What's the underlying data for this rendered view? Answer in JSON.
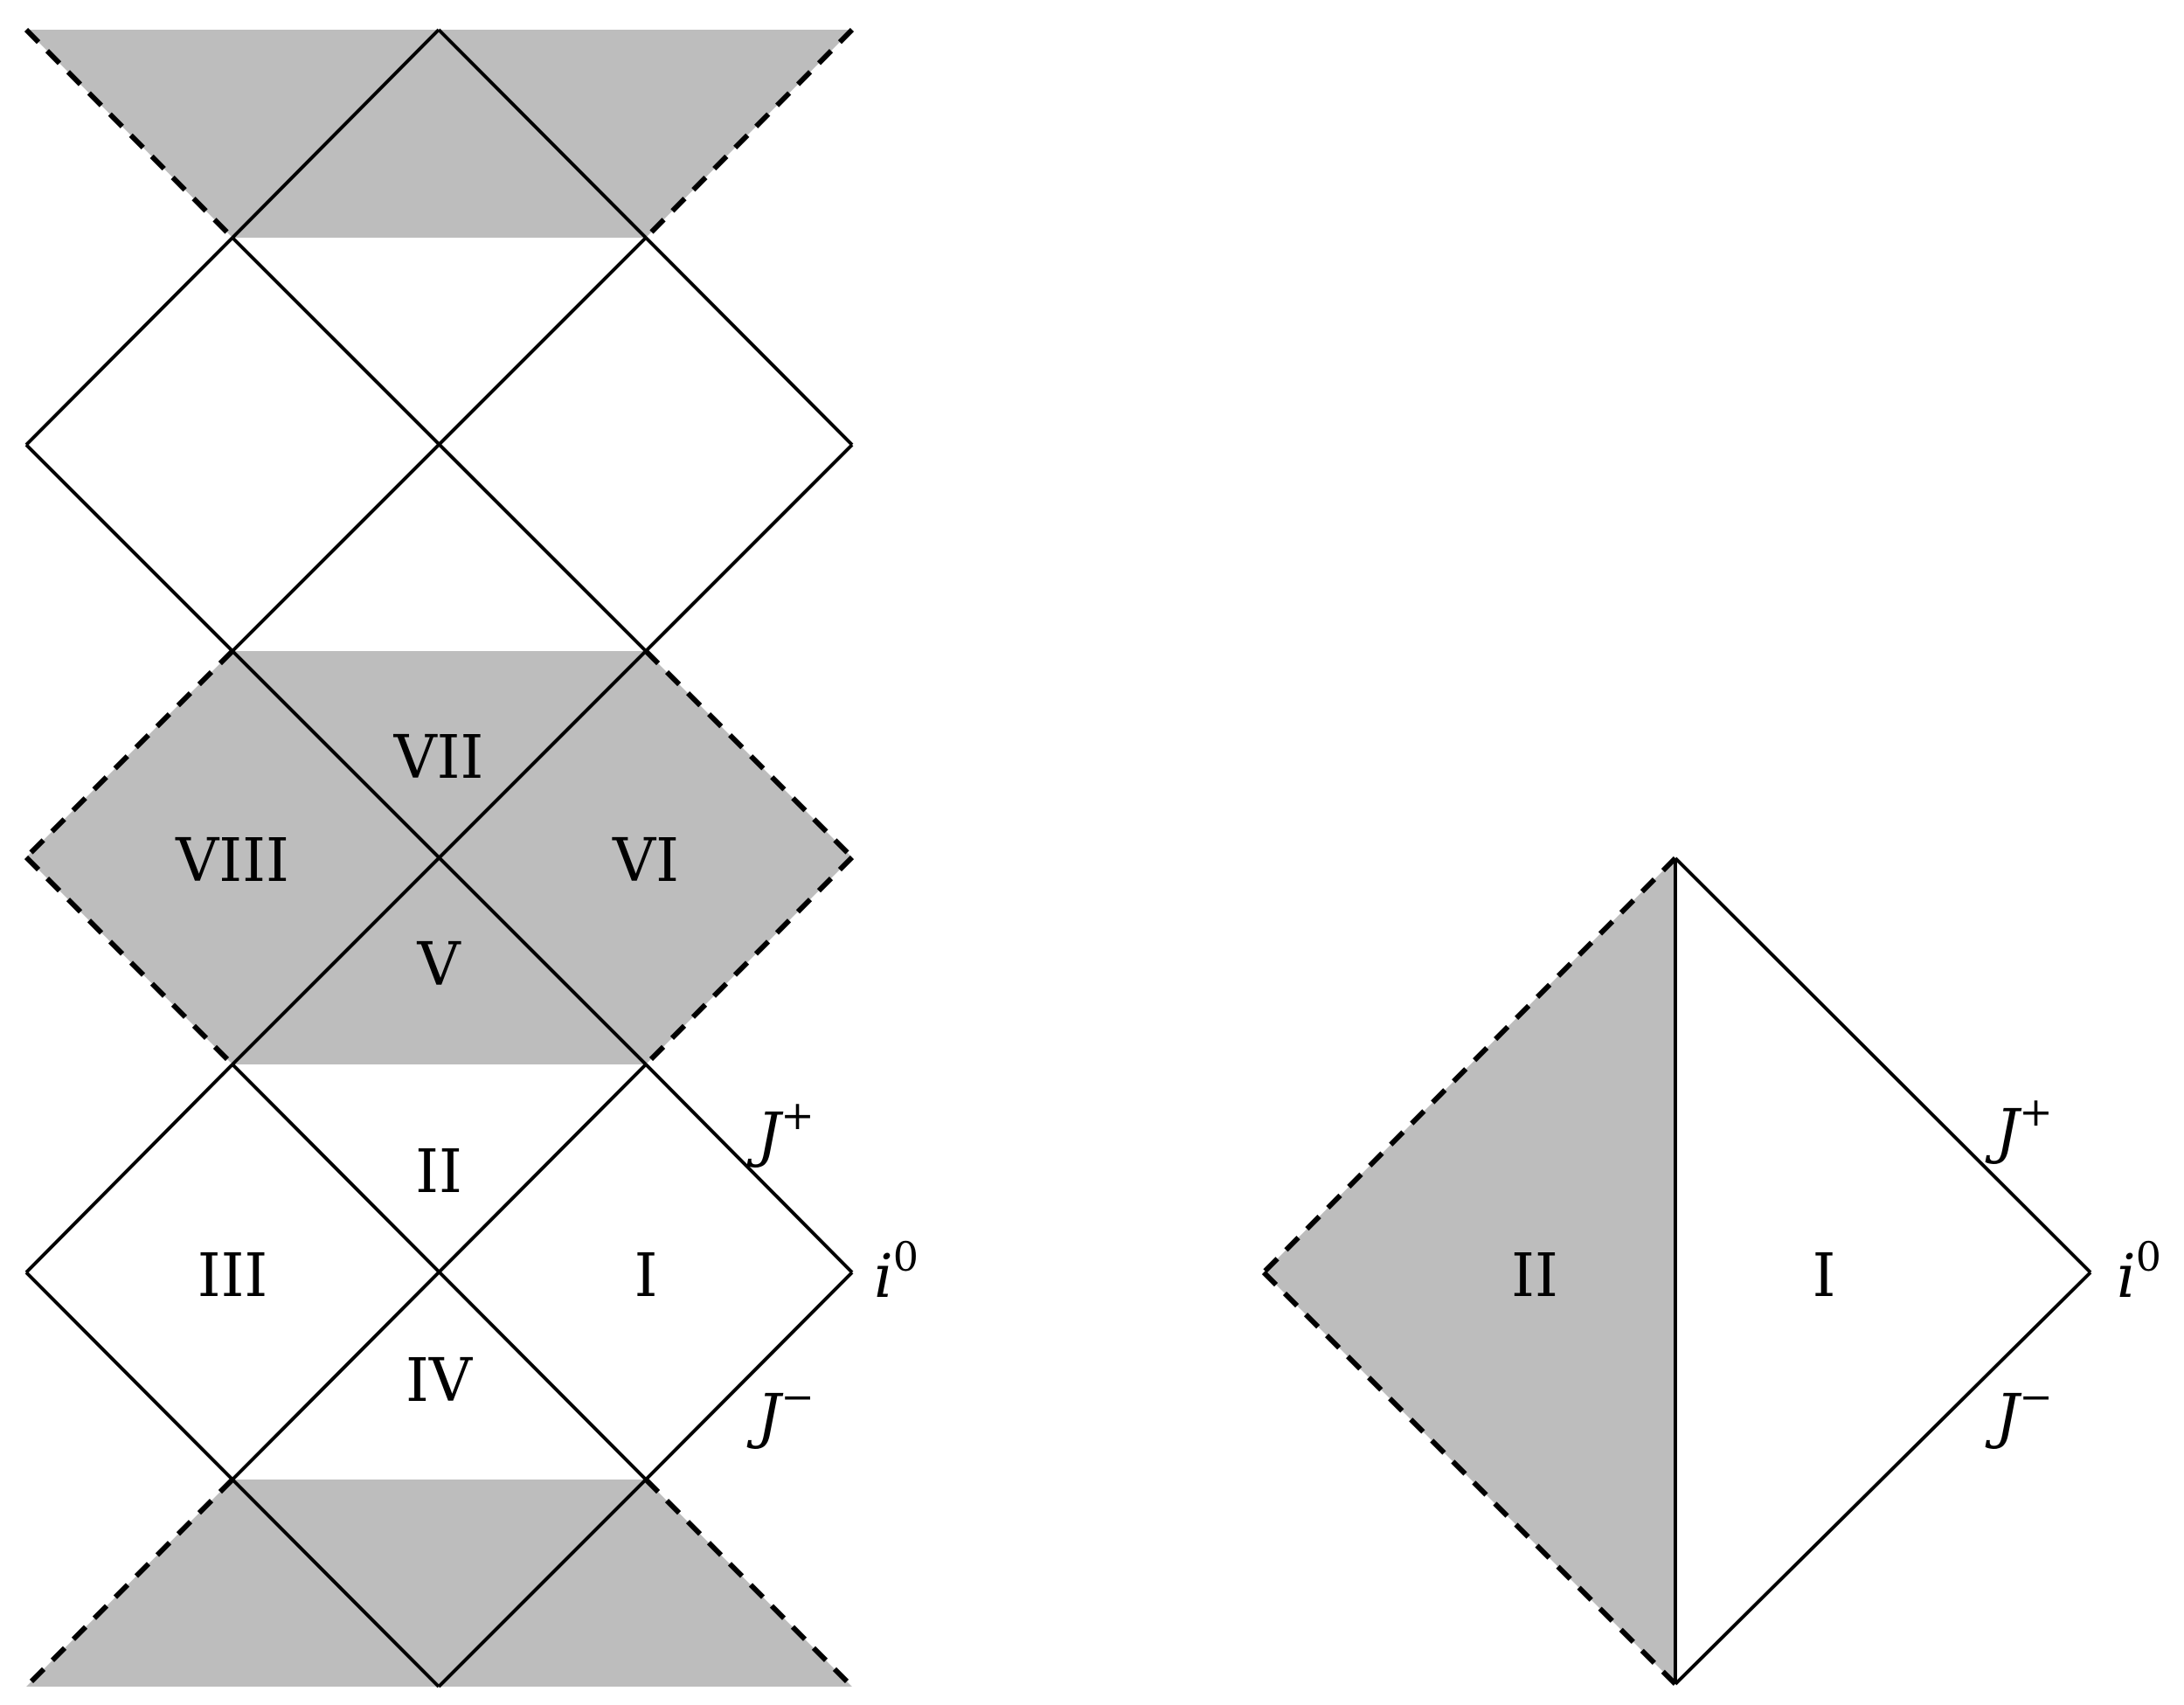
{
  "colors": {
    "shade": "#bdbdbd",
    "line": "#000000",
    "background": "#ffffff"
  },
  "left_diagram": {
    "region_labels": [
      "VII",
      "VIII",
      "VI",
      "V",
      "II",
      "III",
      "I",
      "IV"
    ],
    "scri_plus": {
      "base": "J",
      "sup": "+"
    },
    "scri_minus": {
      "base": "J",
      "sup": "−"
    },
    "spatial_infinity": {
      "base": "i",
      "sup": "0"
    }
  },
  "right_diagram": {
    "region_labels": [
      "II",
      "I"
    ],
    "scri_plus": {
      "base": "J",
      "sup": "+"
    },
    "scri_minus": {
      "base": "J",
      "sup": "−"
    },
    "spatial_infinity": {
      "base": "i",
      "sup": "0"
    }
  }
}
